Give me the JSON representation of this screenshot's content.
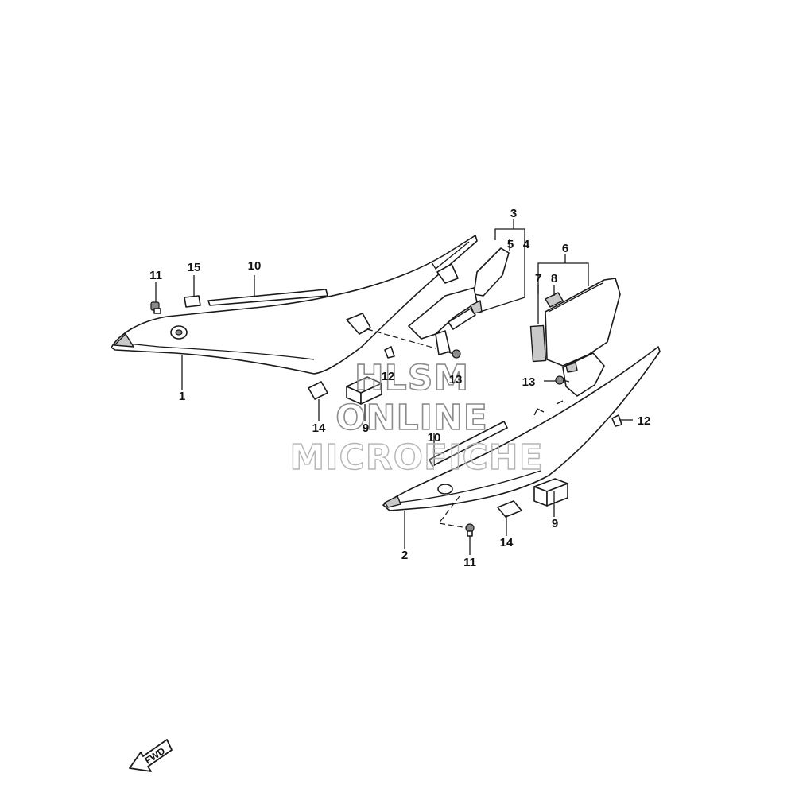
{
  "callouts": {
    "c1": "1",
    "c2": "2",
    "c3": "3",
    "c4": "4",
    "c5": "5",
    "c6": "6",
    "c7": "7",
    "c8": "8",
    "c9a": "9",
    "c9b": "9",
    "c10a": "10",
    "c10b": "10",
    "c11a": "11",
    "c11b": "11",
    "c12a": "12",
    "c12b": "12",
    "c13a": "13",
    "c13b": "13",
    "c14a": "14",
    "c14b": "14",
    "c15": "15"
  },
  "watermark": {
    "line1": "HLSM",
    "line2": "ONLINE",
    "line3": "MICROFICHE"
  },
  "fwd_label": "FWD",
  "colors": {
    "line": "#1a1a1a",
    "watermark": "#8c8c8c",
    "part_fill": "#ffffff"
  }
}
